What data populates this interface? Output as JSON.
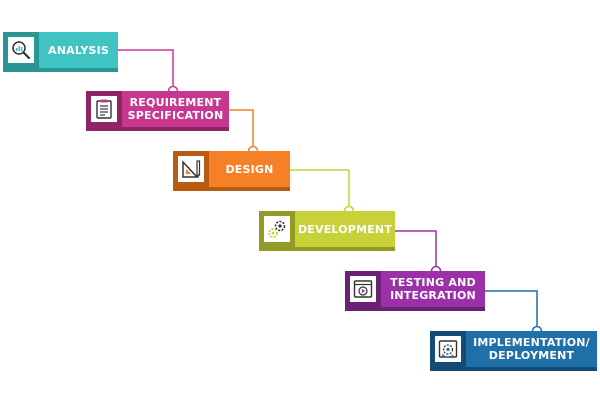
{
  "steps": [
    {
      "id": "analysis",
      "label_lines": [
        "ANALYSIS"
      ],
      "color": "#3fc3c3",
      "dark": "#2a9595",
      "icon": "magnifier-chart-icon"
    },
    {
      "id": "requirement-specification",
      "label_lines": [
        "REQUIREMENT",
        "SPECIFICATION"
      ],
      "color": "#c8378f",
      "dark": "#8f2466",
      "icon": "clipboard-checklist-icon"
    },
    {
      "id": "design",
      "label_lines": [
        "DESIGN"
      ],
      "color": "#f58025",
      "dark": "#b85c13",
      "icon": "set-square-ruler-icon"
    },
    {
      "id": "development",
      "label_lines": [
        "DEVELOPMENT"
      ],
      "color": "#c8d13a",
      "dark": "#939a25",
      "icon": "gears-icon"
    },
    {
      "id": "testing-and-integration",
      "label_lines": [
        "TESTING AND",
        "INTEGRATION"
      ],
      "color": "#9b30a8",
      "dark": "#6b1f75",
      "icon": "play-window-icon"
    },
    {
      "id": "implementation-deployment",
      "label_lines": [
        "IMPLEMENTATION/",
        "DEPLOYMENT"
      ],
      "color": "#1f6fa8",
      "dark": "#144c75",
      "icon": "gear-cycle-icon"
    }
  ]
}
